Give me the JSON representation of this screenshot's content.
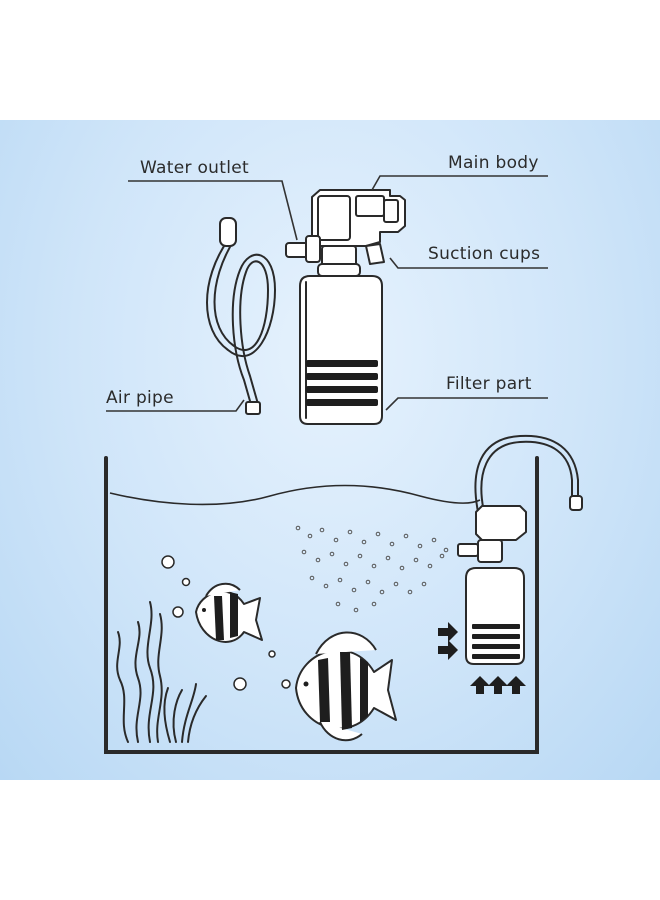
{
  "labels": {
    "water_outlet": "Water outlet",
    "main_body": "Main body",
    "suction_cups": "Suction cups",
    "air_pipe": "Air pipe",
    "filter_part": "Filter part"
  },
  "colors": {
    "background": "#c9e2f8",
    "stroke": "#2a2a2a",
    "fill": "#ffffff"
  }
}
